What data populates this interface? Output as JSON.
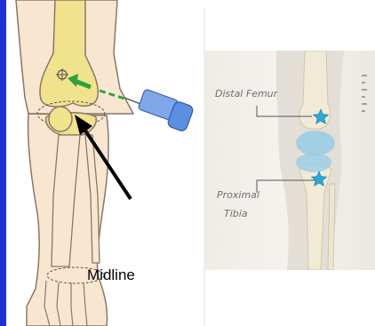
{
  "labels": {
    "midline": "Midline",
    "distal_femur": "Distal Femur",
    "proximal_line1": "Proximal",
    "proximal_line2": "Tibia"
  },
  "colors": {
    "left_border": "#1f2fd6",
    "bone_fill": "#f9e6d1",
    "bone_outline": "#8a7866",
    "marrow_yellow": "#f1e28d",
    "arrow_green": "#2ea33b",
    "syringe_blue": "#5d8fe0",
    "star_blue": "#2ba9dc",
    "meniscus_blue": "#98cde6"
  },
  "icons": {
    "target": "crosshair-icon",
    "star": "star-icon",
    "device": "syringe-icon"
  }
}
